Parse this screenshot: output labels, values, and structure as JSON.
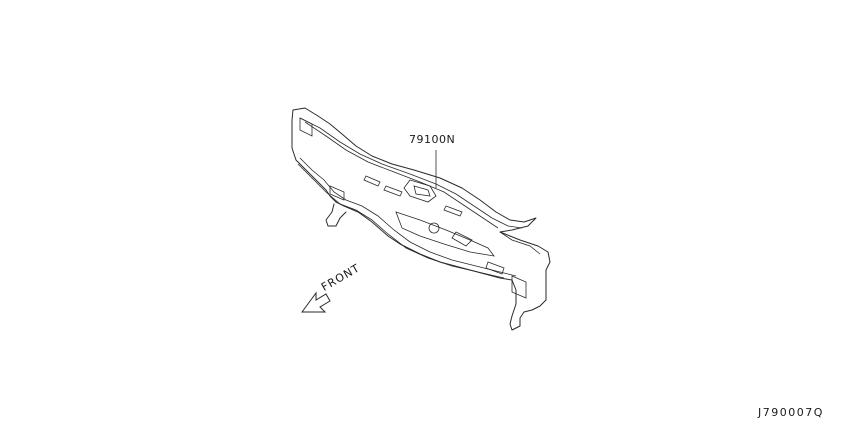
{
  "diagram": {
    "part_number": "79100N",
    "direction_label": "FRONT",
    "diagram_id": "J790007Q"
  },
  "colors": {
    "line": "#2a2a2a",
    "background": "#ffffff"
  }
}
